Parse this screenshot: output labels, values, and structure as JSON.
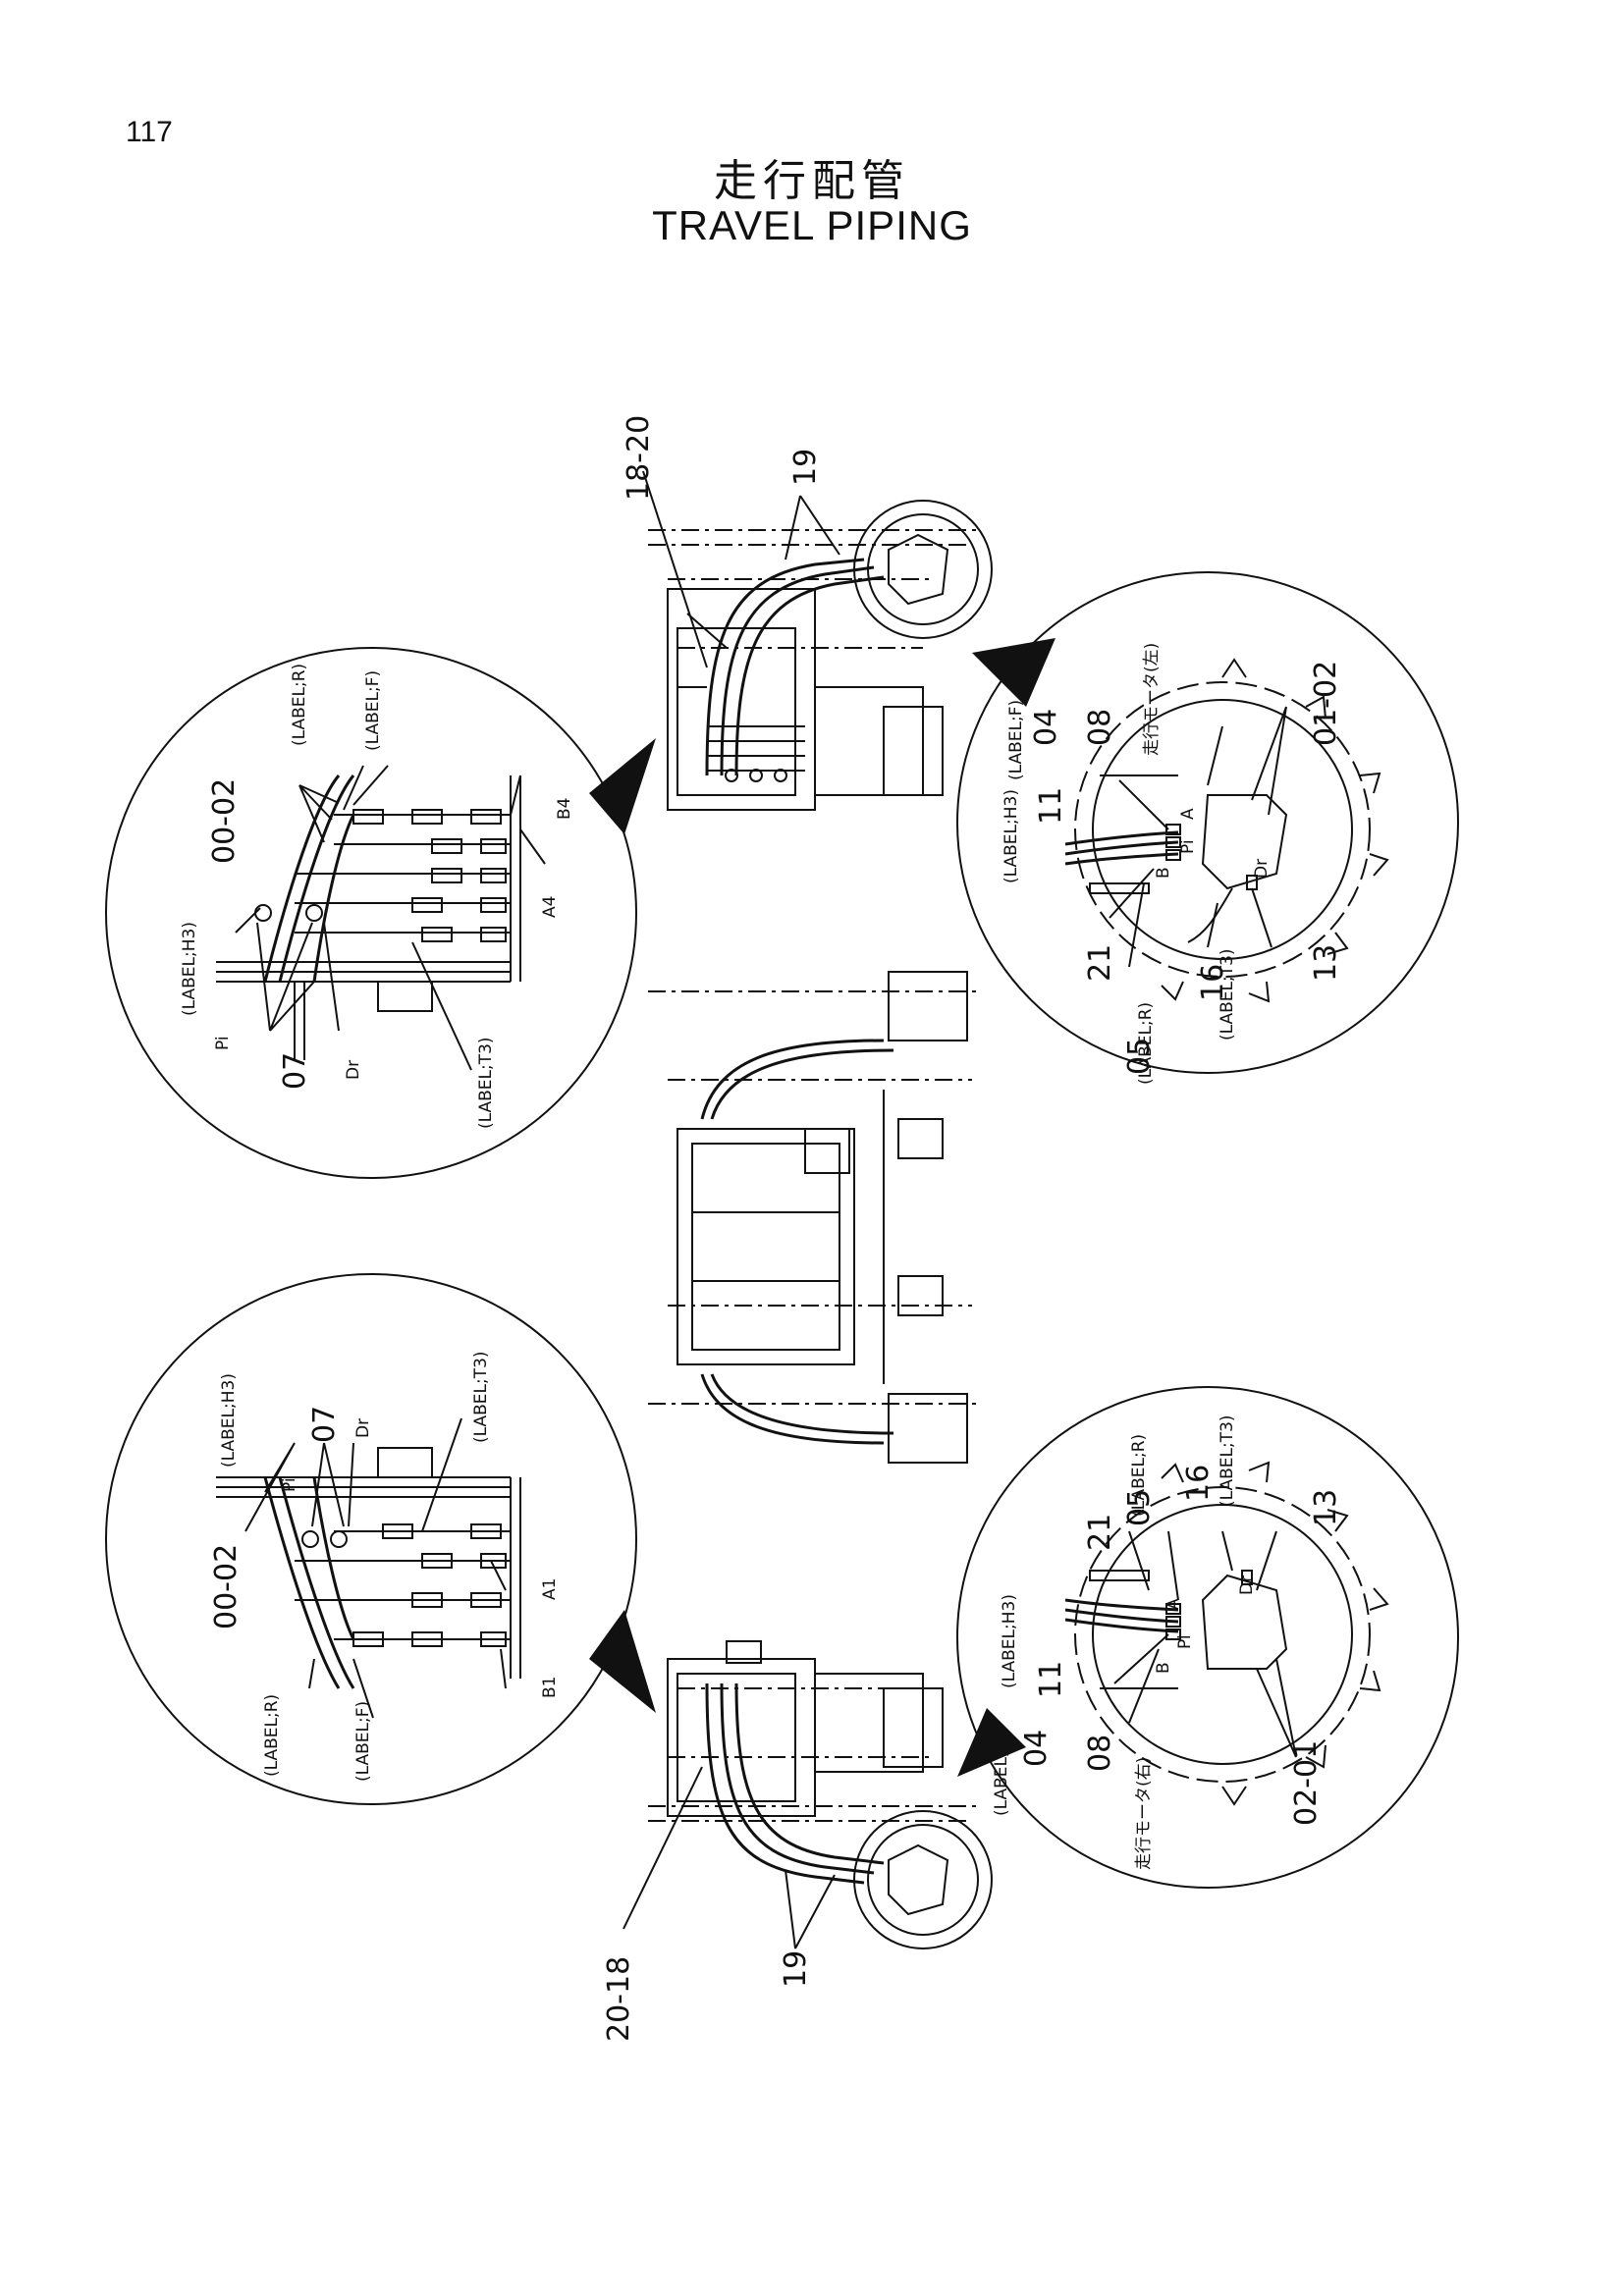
{
  "page_number": "117",
  "title_jp": "走行配管",
  "title_en": "TRAVEL PIPING",
  "callouts": {
    "top_center": {
      "c1820": "18-20",
      "c19": "19"
    },
    "bottom_center": {
      "c2018": "20-18",
      "c19": "19"
    },
    "upper_left": {
      "c0002": "00-02",
      "label_r": "(LABEL;R)",
      "label_f": "(LABEL;F)",
      "b4": "B4",
      "a4": "A4",
      "label_h3": "(LABEL;H3)",
      "pi": "Pi",
      "c07": "07",
      "dr": "Dr",
      "label_t3": "(LABEL;T3)"
    },
    "lower_left": {
      "label_h3": "(LABEL;H3)",
      "c07": "07",
      "dr": "Dr",
      "label_t3": "(LABEL;T3)",
      "pi": "Pi",
      "c0002": "00-02",
      "a1": "A1",
      "b1": "B1",
      "label_r": "(LABEL;R)",
      "label_f": "(LABEL;F)"
    },
    "upper_right": {
      "label_f": "(LABEL;F)",
      "c04": "04",
      "c08": "08",
      "motor": "走行モータ(左)",
      "c0102": "01-02",
      "label_h3": "(LABEL;H3)",
      "c11": "11",
      "a": "A",
      "pi": "Pi",
      "b": "B",
      "dr": "Dr",
      "c21": "21",
      "c05": "05",
      "label_r": "(LABEL;R)",
      "c16": "16",
      "label_t3": "(LABEL;T3)",
      "c13": "13"
    },
    "lower_right": {
      "c21": "21",
      "c05": "05",
      "label_r": "(LABEL;R)",
      "c16": "16",
      "label_t3": "(LABEL;T3)",
      "c13": "13",
      "label_h3": "(LABEL;H3)",
      "a": "A",
      "pi": "Pi",
      "dr": "Dr",
      "c11": "11",
      "b": "B",
      "label_f": "(LABEL;F)",
      "c04": "04",
      "c08": "08",
      "motor": "走行モータ(右)",
      "c0201": "02-01"
    }
  }
}
